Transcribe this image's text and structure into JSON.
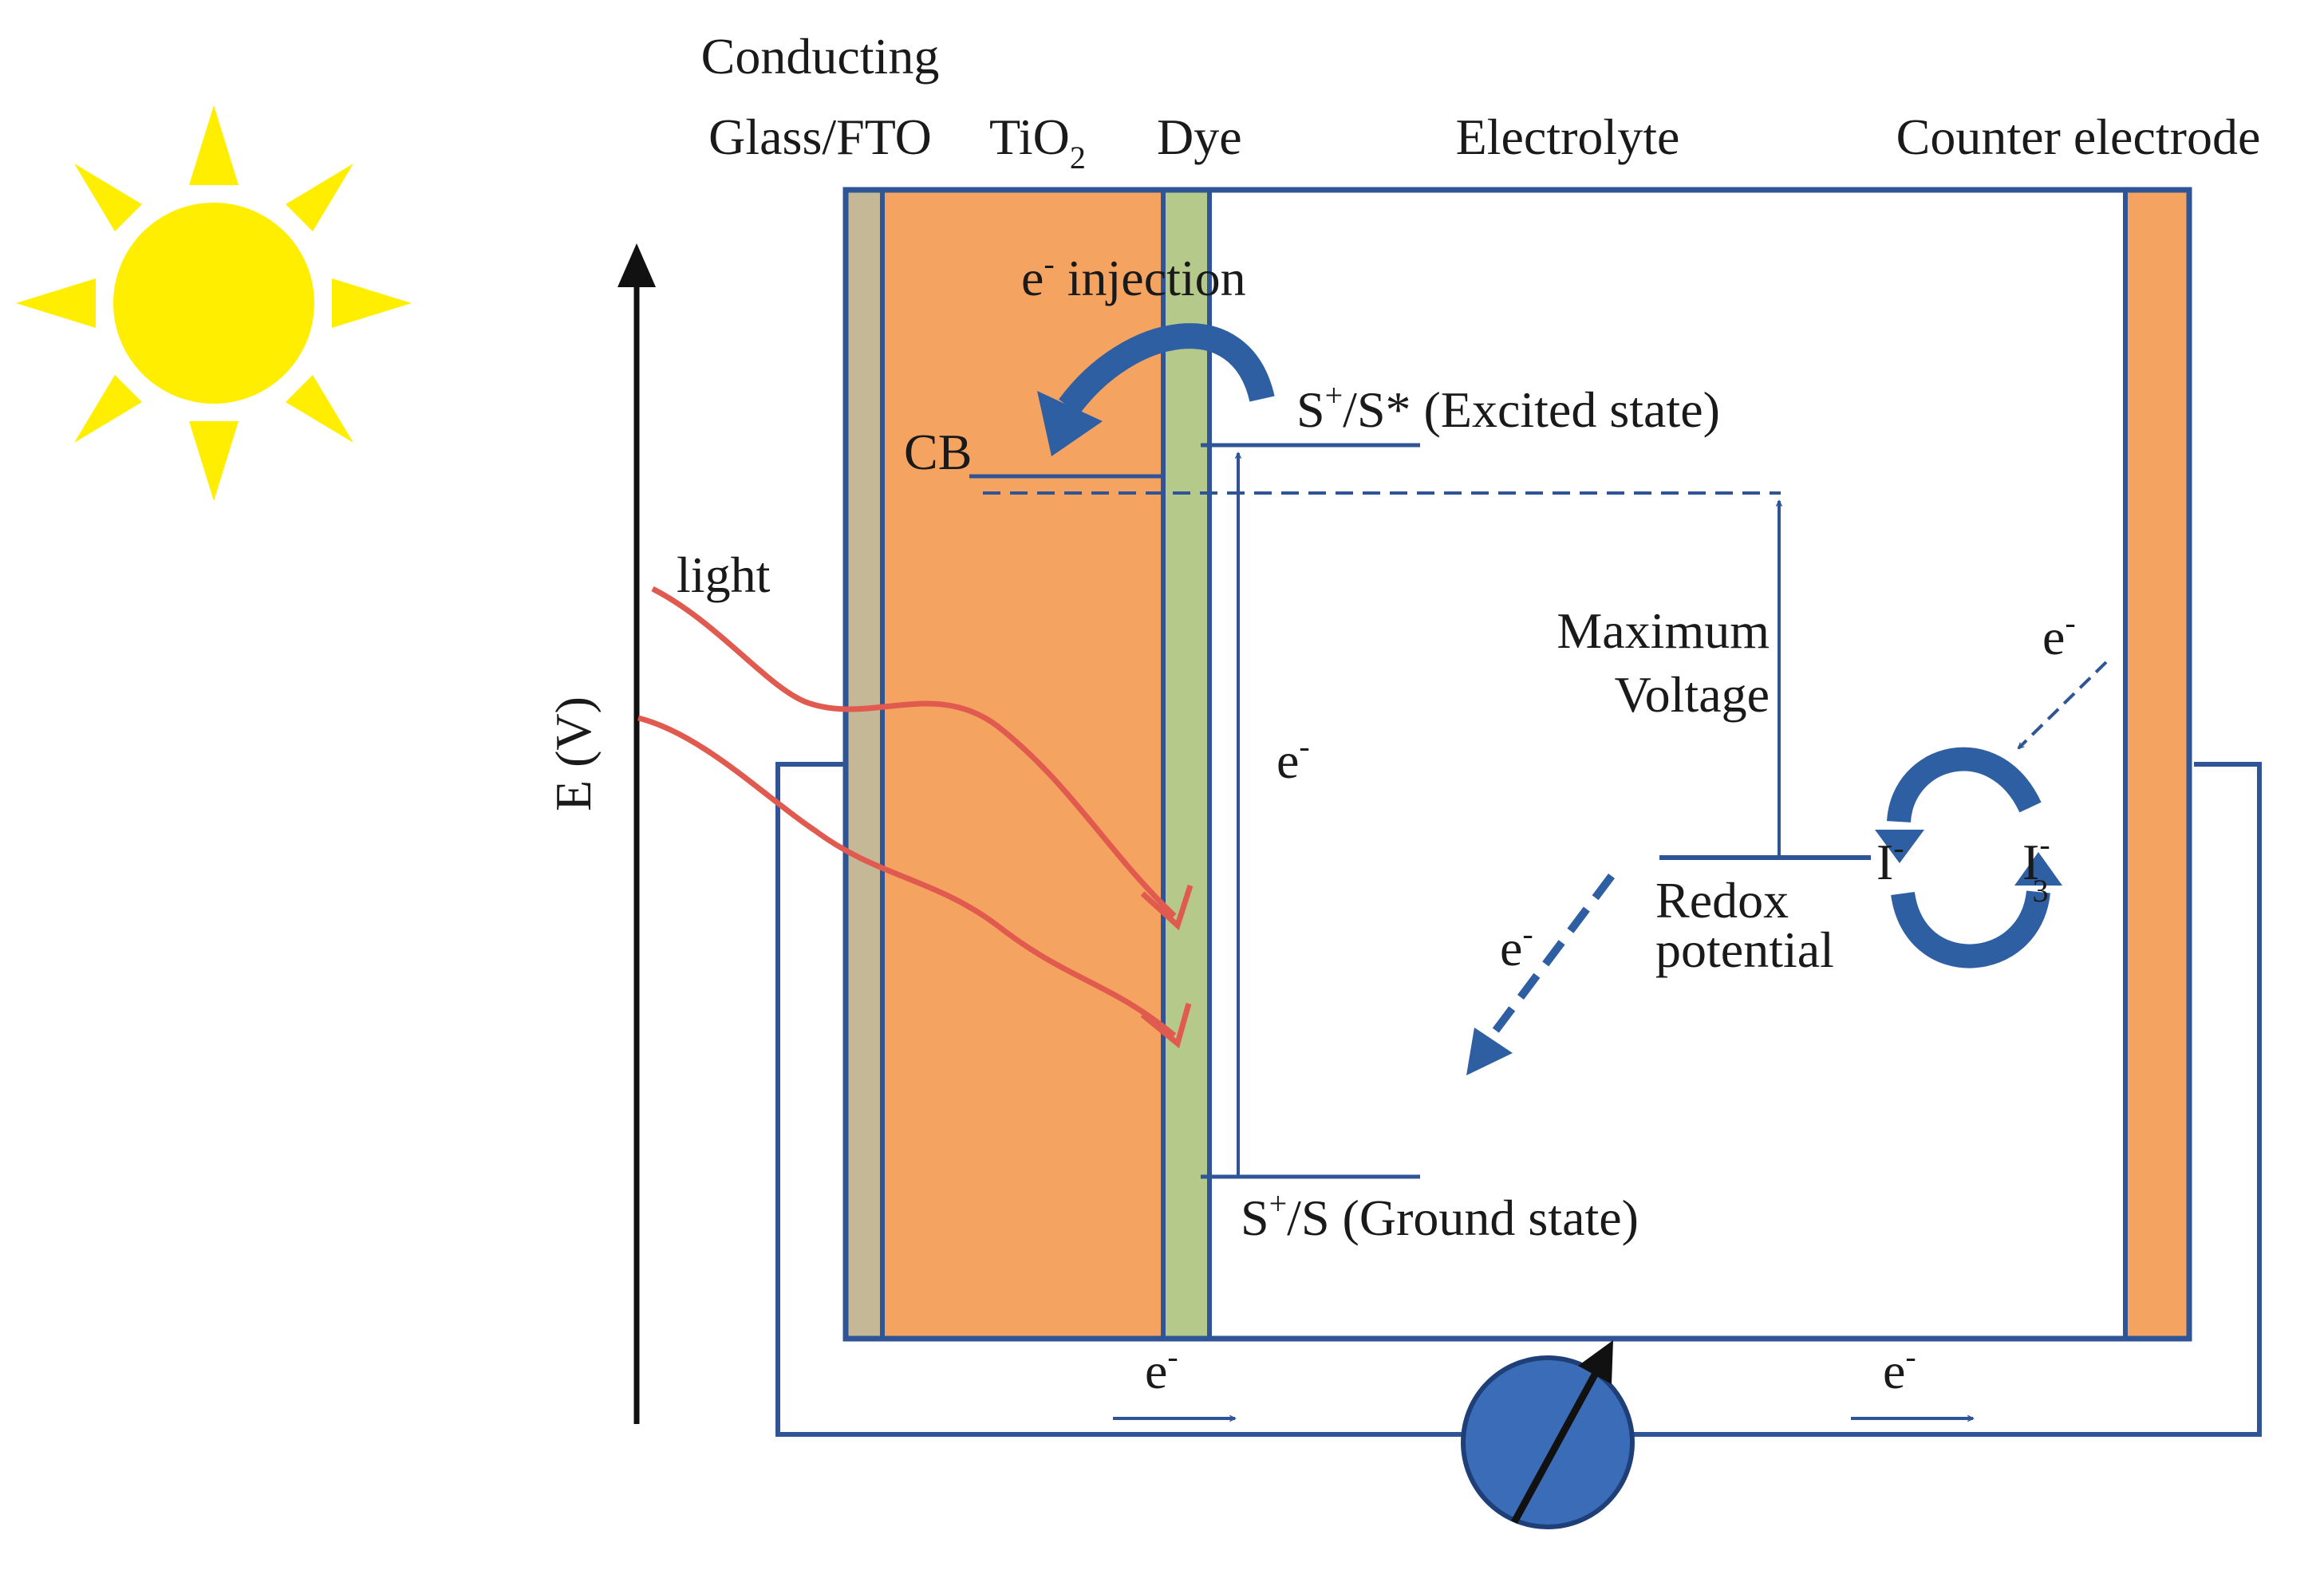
{
  "header": {
    "glass_label_line1": "Conducting",
    "glass_label_line2": "Glass/FTO",
    "tio2_label": "TiO",
    "tio2_subscript": "2",
    "dye_label": "Dye",
    "electrolyte_label": "Electrolyte",
    "counter_label": "Counter electrode"
  },
  "axis": {
    "label": "E (V)"
  },
  "annotations": {
    "injection": {
      "base": "e",
      "sup": "-",
      "text": " injection"
    },
    "cb": "CB",
    "excited": {
      "base": "S",
      "sup": "+",
      "text": "/S* (Excited state)"
    },
    "ground": {
      "base": "S",
      "sup": "+",
      "text": "/S (Ground state)"
    },
    "light": "light",
    "electron_mid": {
      "base": "e",
      "sup": "-"
    },
    "max_voltage_line1": "Maximum",
    "max_voltage_line2": "Voltage",
    "redox_line1": "Redox",
    "redox_line2": "potential",
    "iodide": {
      "base": "I",
      "sup": "-"
    },
    "triiodide": {
      "base": "I",
      "sup": "-",
      "sub": "3"
    },
    "electron_counter": {
      "base": "e",
      "sup": "-"
    },
    "electron_redox": {
      "base": "e",
      "sup": "-"
    },
    "circuit_left": {
      "base": "e",
      "sup": "-"
    },
    "circuit_right": {
      "base": "e",
      "sup": "-"
    }
  },
  "colors": {
    "sun": "#ffee00",
    "cell_border": "#2f5597",
    "glass_fto": "#c4b896",
    "tio2": "#f4a460",
    "dye": "#b5c98a",
    "counter_electrode": "#f4a460",
    "light_arrows": "#e05a4f",
    "electron_arrows": "#2e5fa3",
    "meter": "#3b6cb7"
  }
}
